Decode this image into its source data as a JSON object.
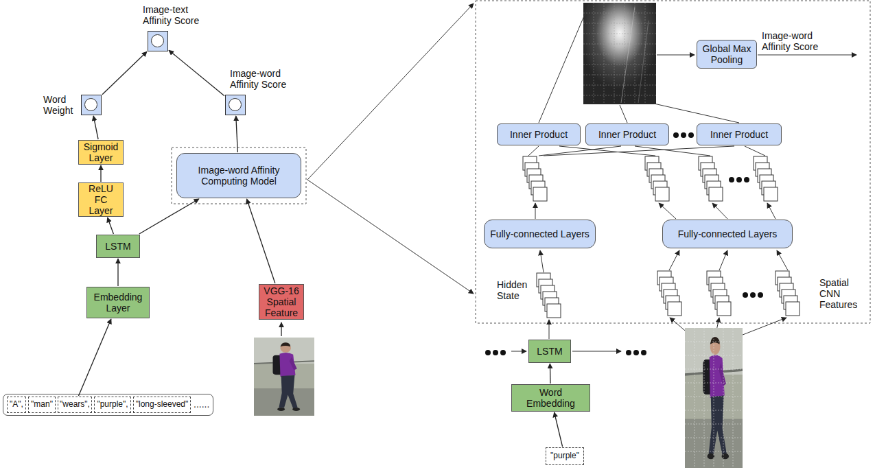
{
  "diagram": {
    "nodes": [
      {
        "text": [
          "Image-text Affinity Score"
        ]
      },
      {
        "text": [
          "Word Weight"
        ]
      },
      {
        "text": [
          "Image-word Affinity Score"
        ]
      },
      {
        "text": [
          "Sigmoid Layer"
        ]
      },
      {
        "text": [
          "ReLU FC Layer"
        ]
      },
      {
        "text": [
          "Image-word Affinity Computing Model"
        ]
      },
      {
        "text": [
          "LSTM"
        ]
      },
      {
        "text": [
          "Embedding Layer"
        ]
      },
      {
        "text": [
          "VGG-16 Spatial Feature"
        ]
      },
      {
        "text": [
          "\"A\","
        ]
      },
      {
        "text": [
          "\"man\""
        ]
      },
      {
        "text": [
          "\"wears\","
        ]
      },
      {
        "text": [
          "\"purple\","
        ]
      },
      {
        "text": [
          "\"long-sleeved\""
        ]
      },
      {
        "text": [
          "Global Max Pooling"
        ]
      },
      {
        "text": [
          "Inner Product"
        ]
      },
      {
        "text": [
          "Inner Product"
        ]
      },
      {
        "text": [
          "Inner Product"
        ]
      },
      {
        "text": [
          "Fully-connected Layers"
        ]
      },
      {
        "text": [
          "Fully-connected Layers"
        ]
      },
      {
        "text": [
          "LSTM"
        ]
      },
      {
        "text": [
          "Word Embedding"
        ]
      },
      {
        "text": [
          "\"purple\""
        ]
      }
    ],
    "edges": [
      {
        "from": 1,
        "to": 0,
        "arrow": "to"
      },
      {
        "from": 2,
        "to": 0,
        "arrow": "to"
      },
      {
        "from": 3,
        "to": 1,
        "arrow": "to"
      },
      {
        "from": 4,
        "to": 3,
        "arrow": "to"
      },
      {
        "from": 6,
        "to": 4,
        "arrow": "to"
      },
      {
        "from": 6,
        "to": 5,
        "arrow": "to"
      },
      {
        "from": 8,
        "to": 5,
        "arrow": "to"
      },
      {
        "from": 5,
        "to": 2,
        "arrow": "to"
      },
      {
        "from": 7,
        "to": 6,
        "arrow": "to"
      },
      {
        "from": 11,
        "to": 7,
        "arrow": "to"
      },
      {
        "from": 22,
        "to": 21,
        "arrow": "to"
      },
      {
        "from": 21,
        "to": 20,
        "arrow": "to"
      }
    ],
    "labels": [
      "Image-word Affinity Score",
      "Hidden State",
      "Spatial CNN Features",
      "......"
    ]
  }
}
